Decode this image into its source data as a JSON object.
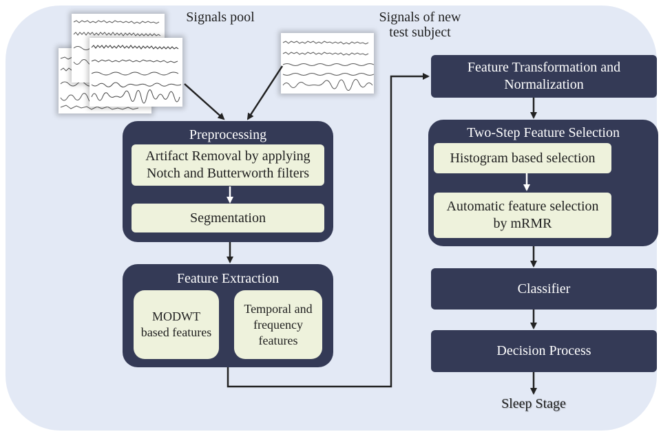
{
  "inputs": {
    "signals_pool": "Signals pool",
    "new_subject": [
      "Signals of new",
      "test subject"
    ]
  },
  "preprocessing": {
    "title": "Preprocessing",
    "artifact": [
      "Artifact Removal by applying",
      "Notch and Butterworth filters"
    ],
    "segmentation": "Segmentation"
  },
  "feature_extraction": {
    "title": "Feature Extraction",
    "modwt": [
      "MODWT",
      "based features"
    ],
    "temporal": [
      "Temporal and",
      "frequency",
      "features"
    ]
  },
  "transformation": [
    "Feature Transformation and",
    "Normalization"
  ],
  "feature_selection": {
    "title": "Two-Step Feature Selection",
    "histogram": "Histogram based selection",
    "mrmr": [
      "Automatic feature selection",
      "by mRMR"
    ]
  },
  "classifier": "Classifier",
  "decision": "Decision Process",
  "output": "Sleep Stage",
  "colors": {
    "dark_box": "#343a56",
    "light_box": "#eef2dc",
    "background": "#e3e9f5",
    "arrow": "#222222"
  }
}
